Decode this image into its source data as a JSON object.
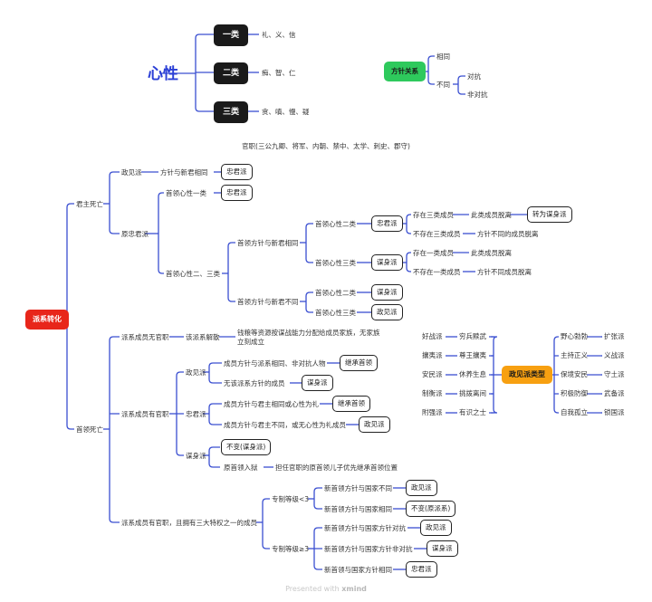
{
  "colors": {
    "line": "#3a4fd1",
    "accent_blue": "#2b3fd6",
    "green": "#2ec95c",
    "red": "#e8261a",
    "orange": "#f7a011",
    "dark": "#1a1a1a"
  },
  "xinxing": {
    "title": "心性",
    "classes": [
      {
        "label": "一类",
        "traits": "礼、义、信"
      },
      {
        "label": "二类",
        "traits": "痴、智、仁"
      },
      {
        "label": "三类",
        "traits": "贪、嗔、慢、疑"
      }
    ]
  },
  "fangzhen": {
    "title": "方针关系",
    "same": "相同",
    "diff": "不同",
    "diff_children": [
      "对抗",
      "非对抗"
    ]
  },
  "guanzhi_header": "官职(三公九卿、将军、内朝、禁中、太学、刺史、郡守)",
  "root": "派系转化",
  "n": {
    "junzhu": "君主死亡",
    "zhengjian": "政见派",
    "zj_same": "方针与新君相同",
    "zj_same_res": "忠君派",
    "yuanzhong": "原忠君派",
    "yz_one": "首领心性一类",
    "yz_one_res": "忠君派",
    "yz_23": "首领心性二、三类",
    "same_new": "首领方针与新君相同",
    "diff_new": "首领方针与新君不同",
    "s_two": "首领心性二类",
    "s_two_res": "忠君派",
    "s_two_a": "存在三类成员",
    "s_two_a_1": "此类成员脱离",
    "s_two_a_2": "转为谋身派",
    "s_two_b": "不存在三类成员",
    "s_two_b_1": "方针不同的成员脱离",
    "s_three": "首领心性三类",
    "s_three_res": "谋身派",
    "s_three_a": "存在一类成员",
    "s_three_a_1": "此类成员脱离",
    "s_three_b": "不存在一类成员",
    "s_three_b_1": "方针不同成员脱离",
    "d_two": "首领心性二类",
    "d_two_res": "谋身派",
    "d_three": "首领心性三类",
    "d_three_res": "政见派",
    "shouling": "首领死亡",
    "no_office": "派系成员无官职",
    "dissolve": "该派系解散",
    "dissolve_note": "钱粮等资源按谋战能力分配给成员家族，无家族立刻成立",
    "has_office": "派系成员有官职",
    "ho_zj": "政见派",
    "ho_zj_a": "成员方针与派系相同、非对抗人物",
    "ho_zj_a_res": "继承首领",
    "ho_zj_b": "无该派系方针的成员",
    "ho_zj_b_res": "谋身派",
    "ho_zjun": "忠君派",
    "ho_zjun_a": "成员方针与君主相同或心性为礼",
    "ho_zjun_a_res": "继承首领",
    "ho_zjun_b": "成员方针与君主不同，或无心性为礼成员",
    "ho_zjun_b_res": "政见派",
    "ho_ms": "谋身派",
    "ho_ms_a": "不变(谋身派)",
    "ho_ms_b": "原首领入狱",
    "ho_ms_b_1": "担任官职的原首领儿子优先继承首领位置",
    "priv": "派系成员有官职，且拥有三大特权之一的成员",
    "lvl_lt": "专制等级<3",
    "lt_a": "新首领方针与国家不同",
    "lt_a_res": "政见派",
    "lt_b": "新首领方针与国家相同",
    "lt_b_res": "不变(原派系)",
    "lvl_ge": "专制等级≥3",
    "ge_a": "新首领方针与国家方针对抗",
    "ge_a_res": "政见派",
    "ge_b": "新首领方针与国家方针非对抗",
    "ge_b_res": "谋身派",
    "ge_c": "新首领与国家方针相同",
    "ge_c_res": "忠君派"
  },
  "zhengjian_types": {
    "title": "政见派类型",
    "left": [
      {
        "faction": "好战派",
        "trait": "穷兵黩武"
      },
      {
        "faction": "攘夷派",
        "trait": "尊王攘夷"
      },
      {
        "faction": "安民派",
        "trait": "休养生息"
      },
      {
        "faction": "制衡派",
        "trait": "挑拨离间"
      },
      {
        "faction": "附强派",
        "trait": "有识之士"
      }
    ],
    "right": [
      {
        "trait": "野心勃勃",
        "faction": "扩张派"
      },
      {
        "trait": "主持正义",
        "faction": "义战派"
      },
      {
        "trait": "保境安民",
        "faction": "守土派"
      },
      {
        "trait": "积极防御",
        "faction": "武备派"
      },
      {
        "trait": "自我孤立",
        "faction": "锁国派"
      }
    ]
  },
  "footer": {
    "prefix": "Presented with",
    "brand": "xmind"
  }
}
